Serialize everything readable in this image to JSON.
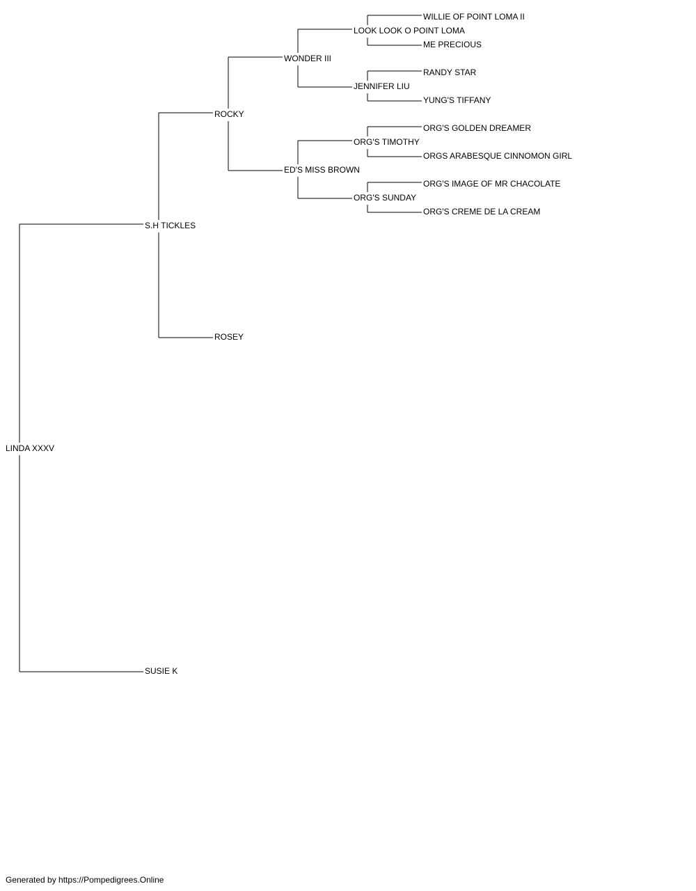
{
  "pedigree": {
    "root": "LINDA XXXV",
    "sire": "S.H TICKLES",
    "dam": "SUSIE K",
    "sire_sire": "ROCKY",
    "sire_dam": "ROSEY",
    "rocky_sire": "WONDER III",
    "rocky_dam": "ED'S MISS BROWN",
    "wonder_sire": "LOOK LOOK O POINT LOMA",
    "wonder_dam": "JENNIFER LIU",
    "brown_sire": "ORG'S TIMOTHY",
    "brown_dam": "ORG'S SUNDAY",
    "look_sire": "WILLIE OF POINT LOMA II",
    "look_dam": "ME PRECIOUS",
    "jennifer_sire": "RANDY STAR",
    "jennifer_dam": "YUNG'S TIFFANY",
    "timothy_sire": "ORG'S GOLDEN DREAMER",
    "timothy_dam": "ORGS ARABESQUE CINNOMON GIRL",
    "sunday_sire": "ORG'S IMAGE OF MR CHACOLATE",
    "sunday_dam": "ORG'S CREME DE LA CREAM"
  },
  "footer": {
    "text": "Generated by https://Pompedigrees.Online"
  }
}
